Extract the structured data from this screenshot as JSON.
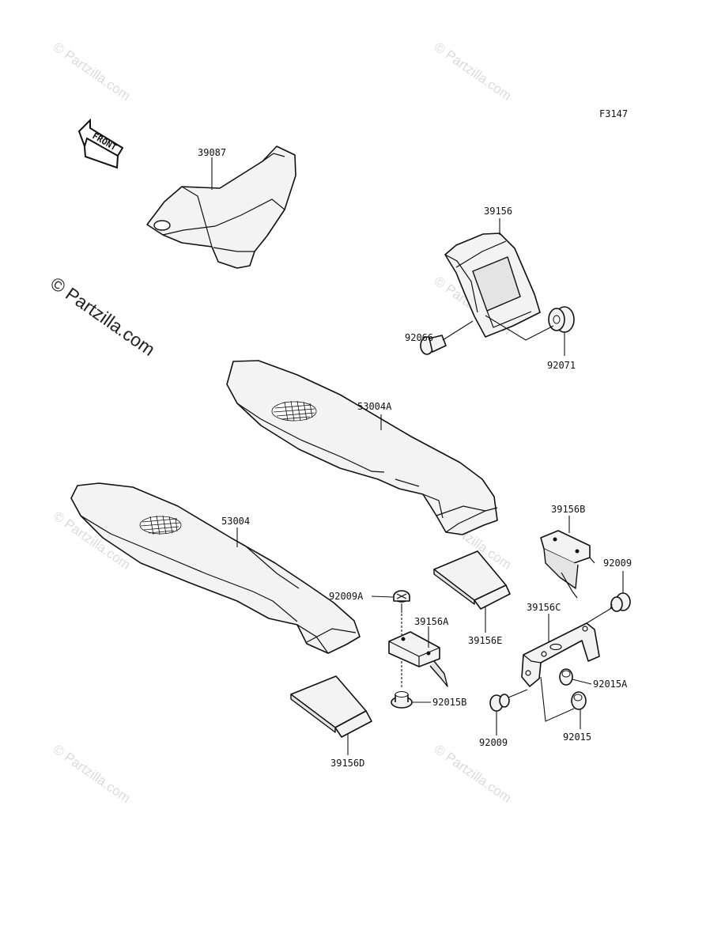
{
  "diagram_id": "F3147",
  "front_arrow": {
    "text": "FRONT",
    "icon": "front-arrow-icon"
  },
  "watermark": {
    "text": "© Partzilla.com",
    "faint_text": "© Partzilla.com"
  },
  "parts": {
    "p39087": "39087",
    "p39156": "39156",
    "p92066": "92066",
    "p92071": "92071",
    "p53004A": "53004A",
    "p53004": "53004",
    "p39156B": "39156B",
    "p92009_top": "92009",
    "p92009A": "92009A",
    "p39156A": "39156A",
    "p39156E": "39156E",
    "p39156C": "39156C",
    "p92015A": "92015A",
    "p92015B": "92015B",
    "p92009_bottom": "92009",
    "p92015": "92015",
    "p39156D": "39156D"
  },
  "colors": {
    "line": "#111111",
    "fill": "#f3f3f3",
    "watermark": "#dcdcdc"
  }
}
